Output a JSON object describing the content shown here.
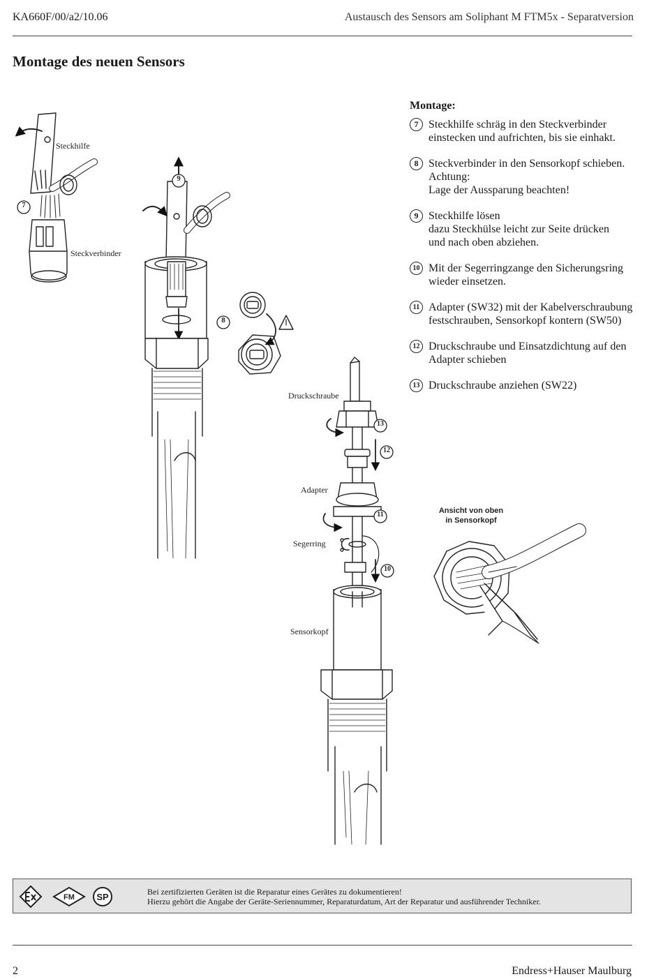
{
  "header": {
    "doc_code": "KA660F/00/a2/10.06",
    "doc_title": "Austausch des Sensors am Soliphant M FTM5x - Separatversion"
  },
  "page_title": "Montage des neuen Sensors",
  "figure_labels": {
    "steckhilfe": "Steckhilfe",
    "steckverbinder": "Steckverbinder",
    "druckschraube": "Druckschraube",
    "adapter": "Adapter",
    "segerring": "Segerring",
    "sensorkopf": "Sensorkopf",
    "top_view_line1": "Ansicht von oben",
    "top_view_line2": "in Sensorkopf"
  },
  "figure_numbers": {
    "n7": "7",
    "n8": "8",
    "n9": "9",
    "n10": "10",
    "n11": "11",
    "n12": "12",
    "n13": "13"
  },
  "instructions": {
    "heading": "Montage:",
    "steps": [
      {
        "num": "7",
        "lines": [
          "Steckhilfe schräg in den Steckverbinder",
          "einstecken und aufrichten, bis sie einhakt."
        ]
      },
      {
        "num": "8",
        "lines": [
          "Steckverbinder in den Sensorkopf schieben.",
          "Achtung:",
          "Lage der Aussparung beachten!"
        ]
      },
      {
        "num": "9",
        "lines": [
          "Steckhilfe lösen",
          "dazu Steckhülse leicht zur Seite drücken",
          "und nach oben abziehen."
        ]
      },
      {
        "num": "10",
        "lines": [
          "Mit der Segerringzange den Sicherungsring",
          "wieder einsetzen."
        ]
      },
      {
        "num": "11",
        "lines": [
          "Adapter (SW32) mit der Kabelverschraubung",
          "festschrauben, Sensorkopf kontern (SW50)"
        ]
      },
      {
        "num": "12",
        "lines": [
          "Druckschraube und Einsatzdichtung auf den",
          "Adapter schieben"
        ]
      },
      {
        "num": "13",
        "lines": [
          "Druckschraube anziehen (SW22)"
        ]
      }
    ]
  },
  "notice": {
    "icons": [
      "ex-icon",
      "fm-icon",
      "csa-icon"
    ],
    "fm_text": "FM",
    "csa_text": "SP",
    "line1": "Bei zertifizierten Geräten ist die Reparatur eines Gerätes zu dokumentieren!",
    "line2": "Hierzu gehört die Angabe der Geräte-Seriennummer, Reparaturdatum, Art der Reparatur und ausführender Techniker."
  },
  "footer": {
    "page_number": "2",
    "company": "Endress+Hauser Maulburg"
  }
}
